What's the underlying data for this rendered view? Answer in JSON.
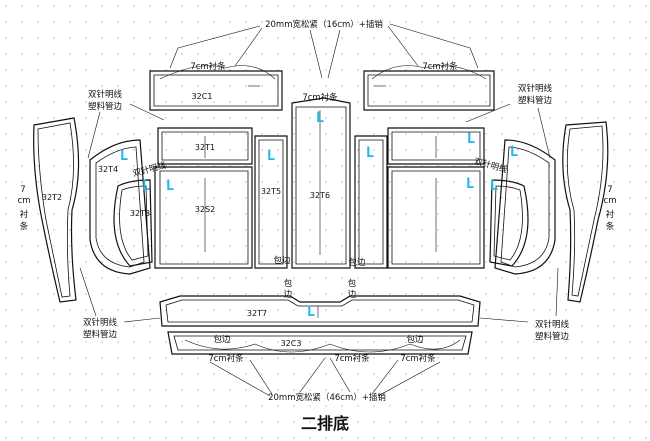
{
  "title": "二排底",
  "top_callout": "20mm宽松紧（16cm）+插销",
  "bottom_callout": "20mm宽松紧（46cm）+插销",
  "liner": "7cm衬条",
  "double_needle": [
    "双针明线",
    "塑料管边"
  ],
  "double_needle_short": "双针明线",
  "binding": "包边",
  "binding_vertical": [
    "包",
    "边"
  ],
  "side_liner_left": [
    "7",
    "cm",
    "衬",
    "条"
  ],
  "side_liner_right": [
    "7",
    "cm",
    "衬",
    "条"
  ],
  "pieces": {
    "c1": "32C1",
    "c3": "32C3",
    "t1": "32T1",
    "t2": "32T2",
    "t3": "32T3",
    "t4": "32T4",
    "t5": "32T5",
    "t6": "32T6",
    "t7": "32T7",
    "s2": "32S2"
  },
  "l_mark": "L",
  "colors": {
    "line": "#111111",
    "l_mark": "#1fb6e8",
    "grid_dot": "#9a9a9a"
  }
}
